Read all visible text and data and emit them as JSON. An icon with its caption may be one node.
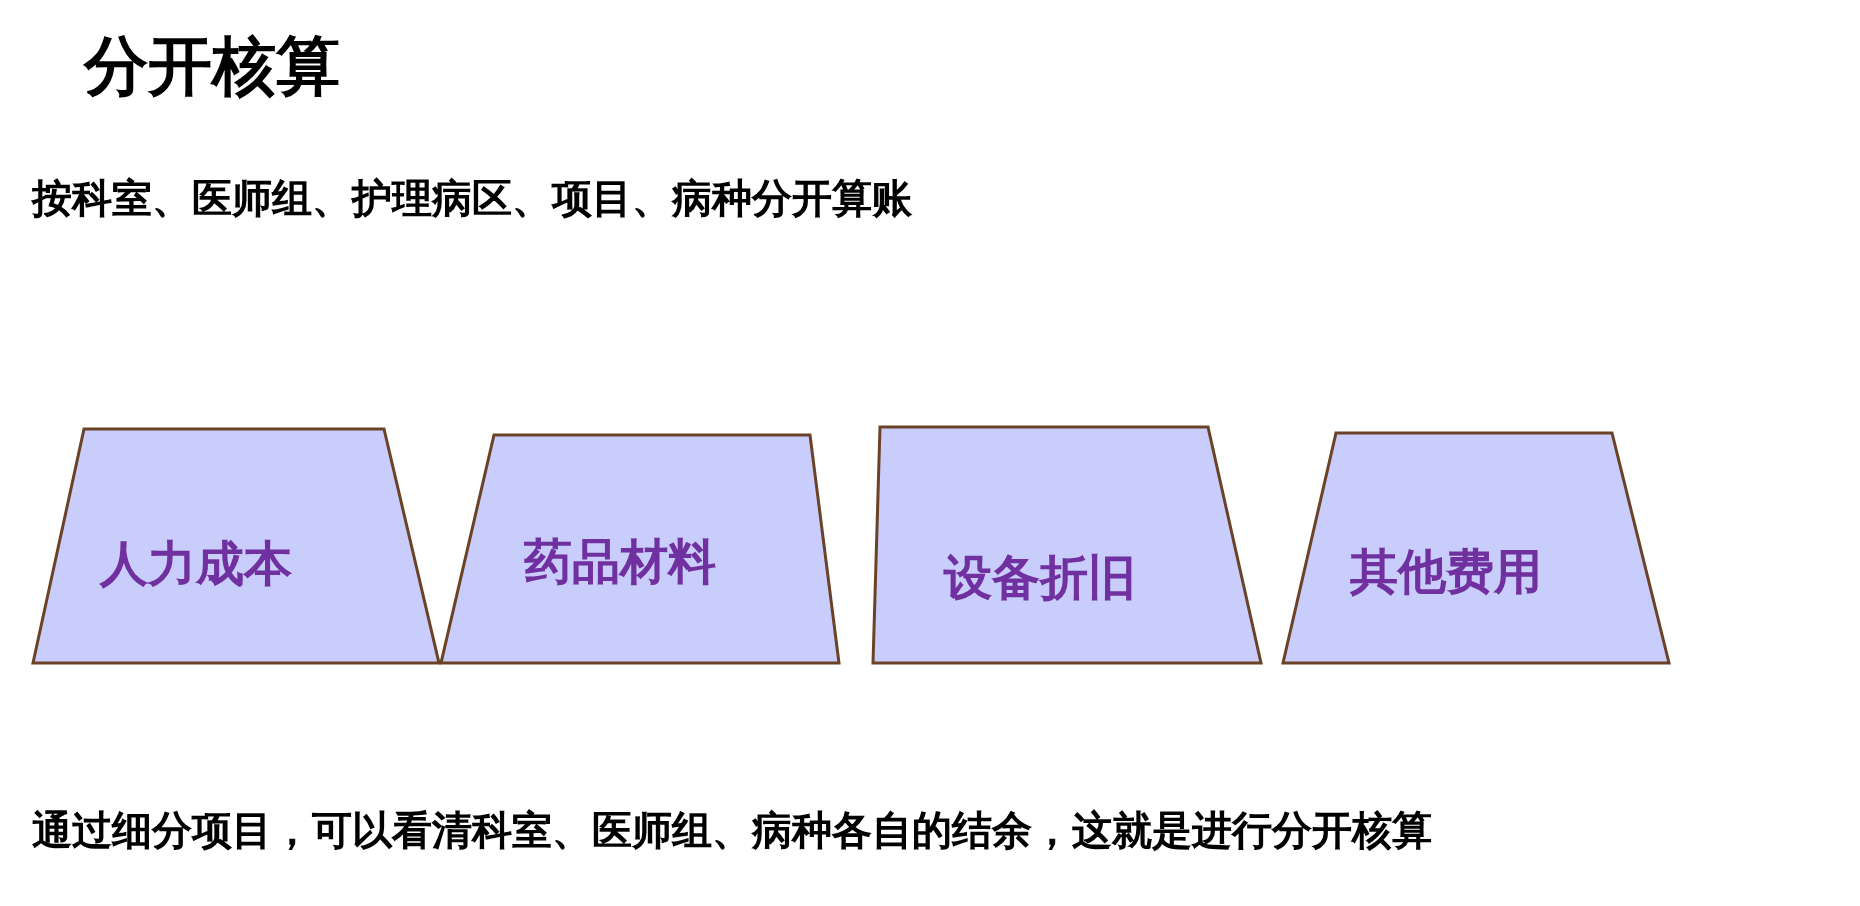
{
  "diagram": {
    "title": "分开核算",
    "nodes": [
      {
        "text": [
          "人力成本"
        ]
      },
      {
        "text": [
          "药品材料"
        ]
      },
      {
        "text": [
          "设备折旧"
        ]
      },
      {
        "text": [
          "其他费用"
        ]
      }
    ],
    "labels": [
      "按**科室、医师组、护理病区、项目、病种**分开算账",
      "通过细分项目，可以看清科室、医师组、病种各自的结余，这就是进行分开核算"
    ]
  }
}
